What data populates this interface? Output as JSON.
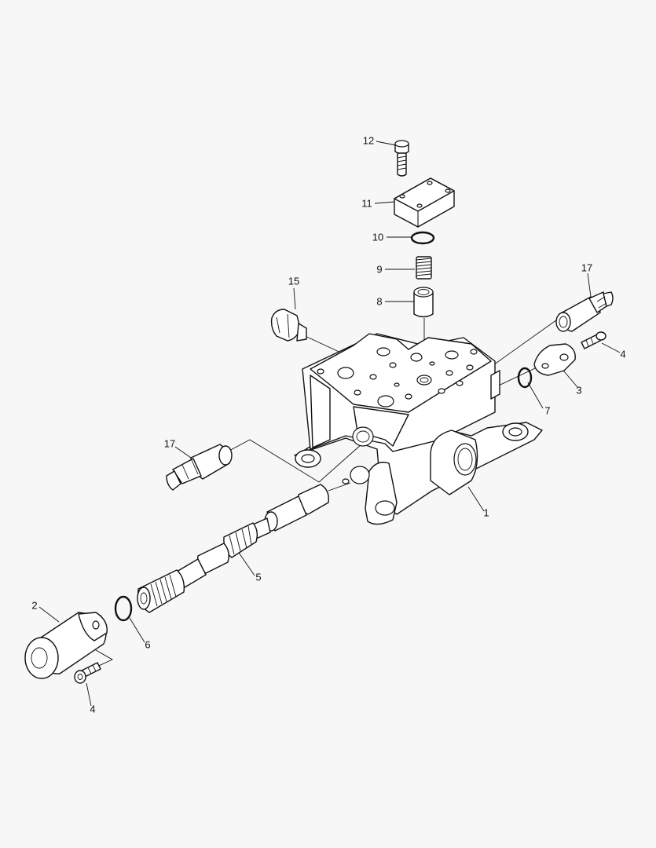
{
  "diagram": {
    "callouts": [
      {
        "key": "c12",
        "label": "12"
      },
      {
        "key": "c11",
        "label": "11"
      },
      {
        "key": "c10",
        "label": "10"
      },
      {
        "key": "c9",
        "label": "9"
      },
      {
        "key": "c8",
        "label": "8"
      },
      {
        "key": "c15",
        "label": "15"
      },
      {
        "key": "c17a",
        "label": "17"
      },
      {
        "key": "c4a",
        "label": "4"
      },
      {
        "key": "c3",
        "label": "3"
      },
      {
        "key": "c7",
        "label": "7"
      },
      {
        "key": "c17b",
        "label": "17"
      },
      {
        "key": "c1",
        "label": "1"
      },
      {
        "key": "c5",
        "label": "5"
      },
      {
        "key": "c2",
        "label": "2"
      },
      {
        "key": "c6",
        "label": "6"
      },
      {
        "key": "c4b",
        "label": "4"
      }
    ]
  }
}
